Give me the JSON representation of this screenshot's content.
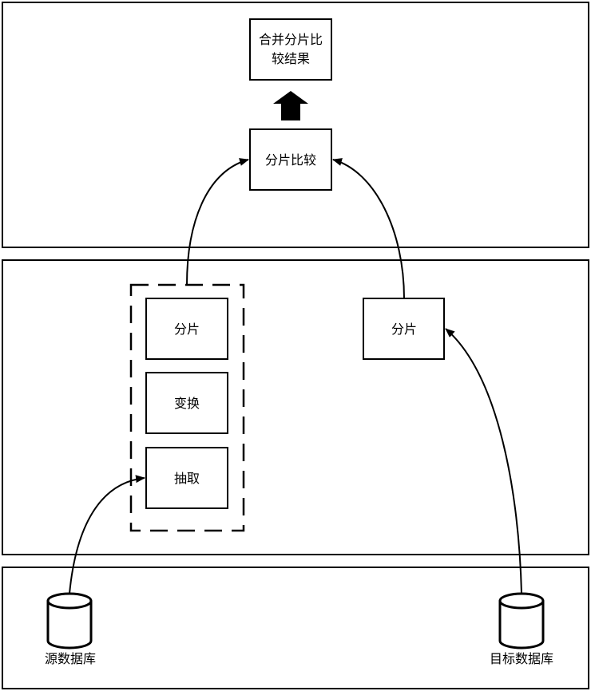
{
  "diagram": {
    "nodes": {
      "merge_result": {
        "line1": "合并分片比",
        "line2": "较结果"
      },
      "shard_compare": {
        "label": "分片比较"
      },
      "source_shard": {
        "label": "分片"
      },
      "transform": {
        "label": "变换"
      },
      "extract": {
        "label": "抽取"
      },
      "target_shard": {
        "label": "分片"
      }
    },
    "databases": {
      "source": {
        "label": "源数据库"
      },
      "target": {
        "label": "目标数据库"
      }
    }
  }
}
